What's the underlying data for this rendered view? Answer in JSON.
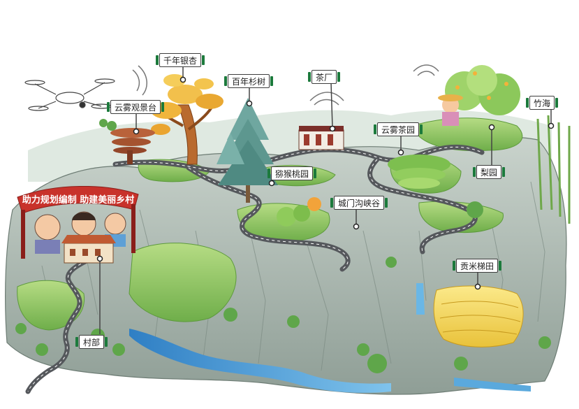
{
  "banner": {
    "text": "助力规划编制 助建美丽乡村",
    "color": "#c8322b"
  },
  "locations": [
    {
      "id": "qiannian-yinxing",
      "label": "千年银杏"
    },
    {
      "id": "bainian-shanshu",
      "label": "百年杉树"
    },
    {
      "id": "chachang",
      "label": "茶厂"
    },
    {
      "id": "yunwu-guanjingtai",
      "label": "云雾观景台"
    },
    {
      "id": "yunwu-chayuan",
      "label": "云雾茶园"
    },
    {
      "id": "zhuhai",
      "label": "竹海"
    },
    {
      "id": "mihoutao-yuan",
      "label": "猕猴桃园"
    },
    {
      "id": "liyuan",
      "label": "梨园"
    },
    {
      "id": "chengmengou-xiagu",
      "label": "城门沟峡谷"
    },
    {
      "id": "gongmi-titian",
      "label": "贡米梯田"
    },
    {
      "id": "cunbu",
      "label": "村部"
    }
  ],
  "icons": [
    "drone-icon",
    "signal-icon",
    "location-pin-icon"
  ],
  "colors": {
    "label_accent": "#1c7a3c",
    "road": "#55585c",
    "mountain": "#9aa9a0",
    "grass": "#8cc64f",
    "water": "#3b8fd0",
    "terrace": "#f2d64a"
  }
}
